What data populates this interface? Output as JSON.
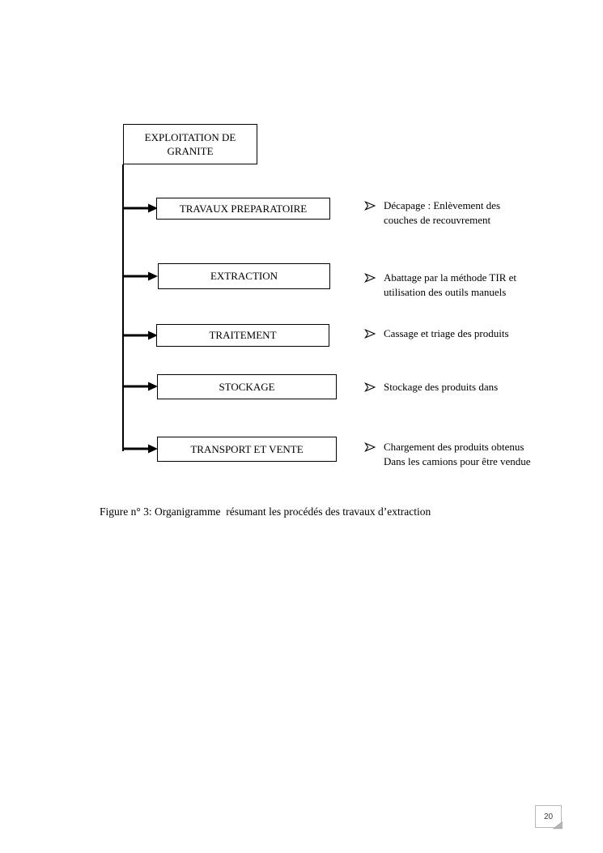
{
  "page": {
    "caption": "Figure n° 3: Organigramme  résumant les procédés des travaux d’extraction",
    "page_number": "20"
  },
  "flowchart": {
    "root": {
      "label": "EXPLOITATION DE\nGRANITE"
    },
    "steps": [
      {
        "label": "TRAVAUX PREPARATOIRE",
        "note": "Décapage : Enlèvement des\ncouches de recouvrement"
      },
      {
        "label": "EXTRACTION",
        "note": "Abattage par la méthode TIR et\nutilisation des outils manuels"
      },
      {
        "label": "TRAITEMENT",
        "note": "Cassage et triage des produits"
      },
      {
        "label": "STOCKAGE",
        "note": "Stockage des produits dans"
      },
      {
        "label": "TRANSPORT ET VENTE",
        "note": "Chargement  des produits obtenus\nDans les camions pour être vendue"
      }
    ]
  },
  "colors": {
    "ink": "#000000",
    "badge_border": "#b9b9b9",
    "curl_gray": "#b4b4b4"
  }
}
